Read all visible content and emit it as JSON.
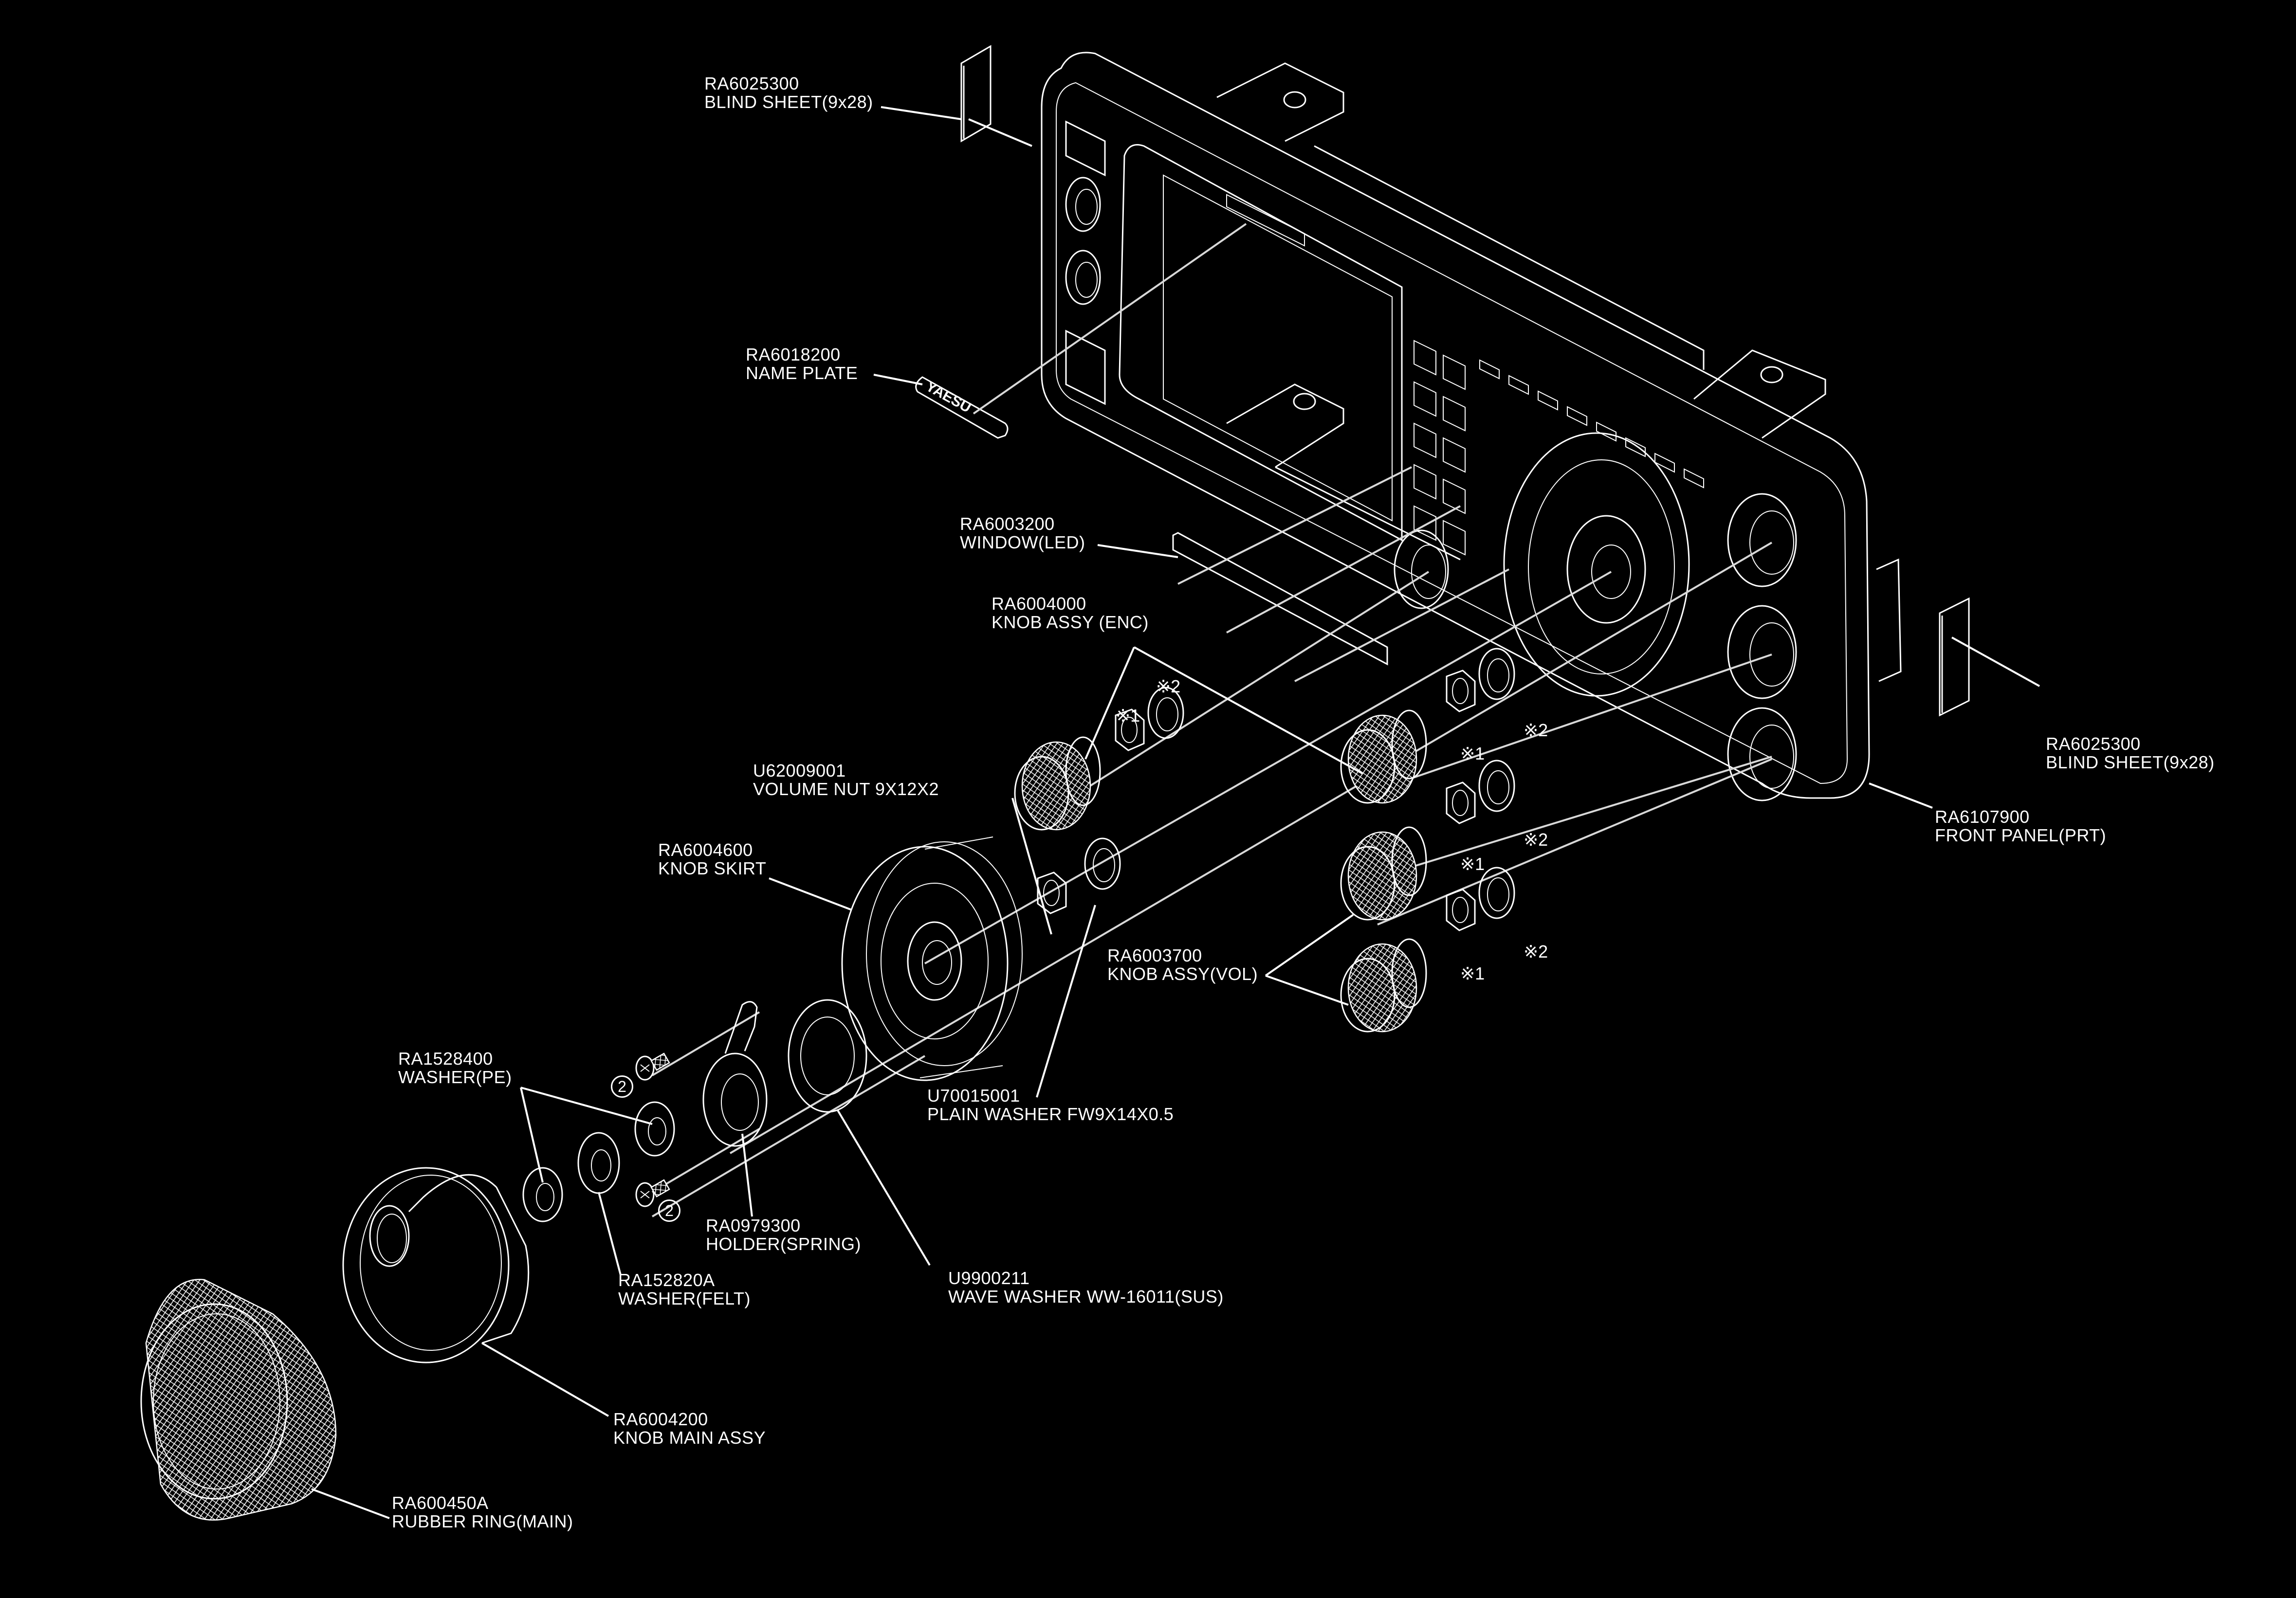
{
  "diagram": {
    "title": "Front panel exploded parts view",
    "stroke_color": "#ffffff",
    "background_color": "#000000"
  },
  "parts": [
    {
      "id": "blind-sheet-left",
      "part_no": "RA6025300",
      "name": "BLIND SHEET(9x28)"
    },
    {
      "id": "name-plate",
      "part_no": "RA6018200",
      "name": "NAME PLATE"
    },
    {
      "id": "window-led",
      "part_no": "RA6003200",
      "name": "WINDOW(LED)"
    },
    {
      "id": "knob-assy-enc",
      "part_no": "RA6004000",
      "name": "KNOB ASSY (ENC)"
    },
    {
      "id": "volume-nut",
      "part_no": "U62009001",
      "name": "VOLUME NUT 9X12X2"
    },
    {
      "id": "knob-skirt",
      "part_no": "RA6004600",
      "name": "KNOB SKIRT"
    },
    {
      "id": "washer-pe",
      "part_no": "RA1528400",
      "name": "WASHER(PE)"
    },
    {
      "id": "plain-washer",
      "part_no": "U70015001",
      "name": "PLAIN WASHER FW9X14X0.5"
    },
    {
      "id": "knob-assy-vol",
      "part_no": "RA6003700",
      "name": "KNOB ASSY(VOL)"
    },
    {
      "id": "holder-spring",
      "part_no": "RA0979300",
      "name": "HOLDER(SPRING)"
    },
    {
      "id": "washer-felt",
      "part_no": "RA152820A",
      "name": "WASHER(FELT)"
    },
    {
      "id": "wave-washer",
      "part_no": "U9900211",
      "name": "WAVE WASHER WW-16011(SUS)"
    },
    {
      "id": "knob-main-assy",
      "part_no": "RA6004200",
      "name": "KNOB MAIN ASSY"
    },
    {
      "id": "rubber-ring-main",
      "part_no": "RA600450A",
      "name": "RUBBER RING(MAIN)"
    },
    {
      "id": "blind-sheet-right",
      "part_no": "RA6025300",
      "name": "BLIND SHEET(9x28)"
    },
    {
      "id": "front-panel",
      "part_no": "RA6107900",
      "name": "FRONT PANEL(PRT)"
    }
  ],
  "qty_markers": [
    {
      "label": "※1"
    },
    {
      "label": "※2"
    },
    {
      "label": "※1"
    },
    {
      "label": "※2"
    },
    {
      "label": "※1"
    },
    {
      "label": "※2"
    },
    {
      "label": "※1"
    },
    {
      "label": "※2"
    }
  ],
  "screw_markers": [
    {
      "label": "2"
    },
    {
      "label": "2"
    }
  ],
  "name_plate_text": "YAESU"
}
